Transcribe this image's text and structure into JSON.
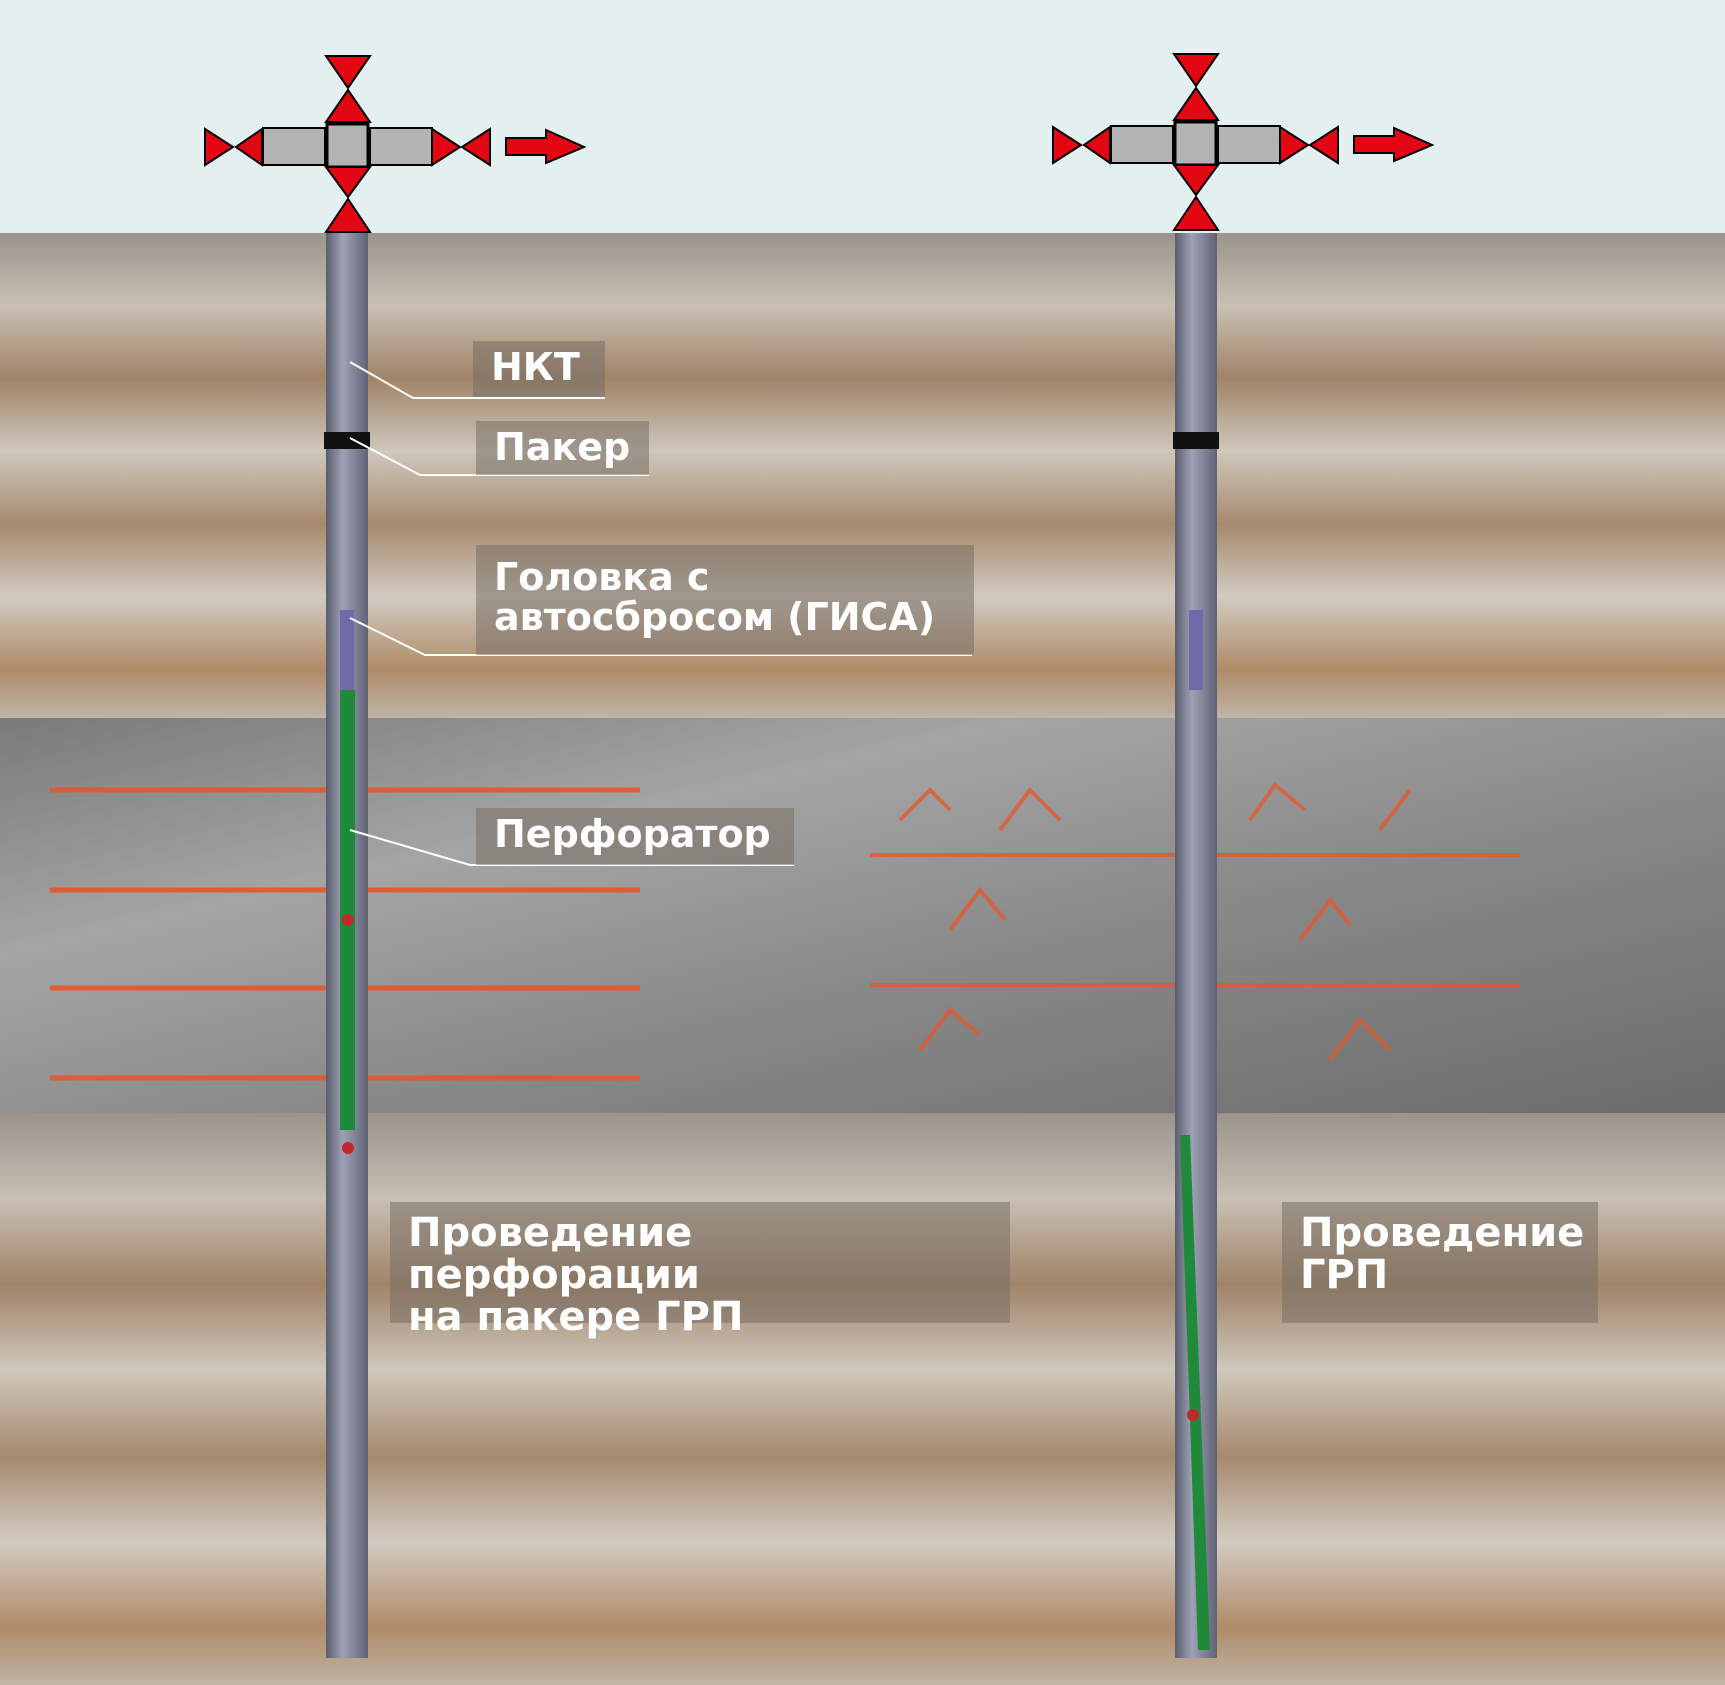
{
  "labels": {
    "nkt": "НКТ",
    "packer": "Пакер",
    "head_line1": "Головка с",
    "head_line2": "автосбросом (ГИСА)",
    "perforator": "Перфоратор"
  },
  "captions": {
    "left_line1": "Проведение перфорации",
    "left_line2": "на пакере ГРП",
    "right_line1": "Проведение",
    "right_line2": "ГРП"
  },
  "colors": {
    "sky": "#e4eff0",
    "valve_red": "#e30613",
    "tubing": "#7b7f93",
    "perforator_green": "#1f8a3a",
    "fracture_orange": "#e8562a"
  }
}
